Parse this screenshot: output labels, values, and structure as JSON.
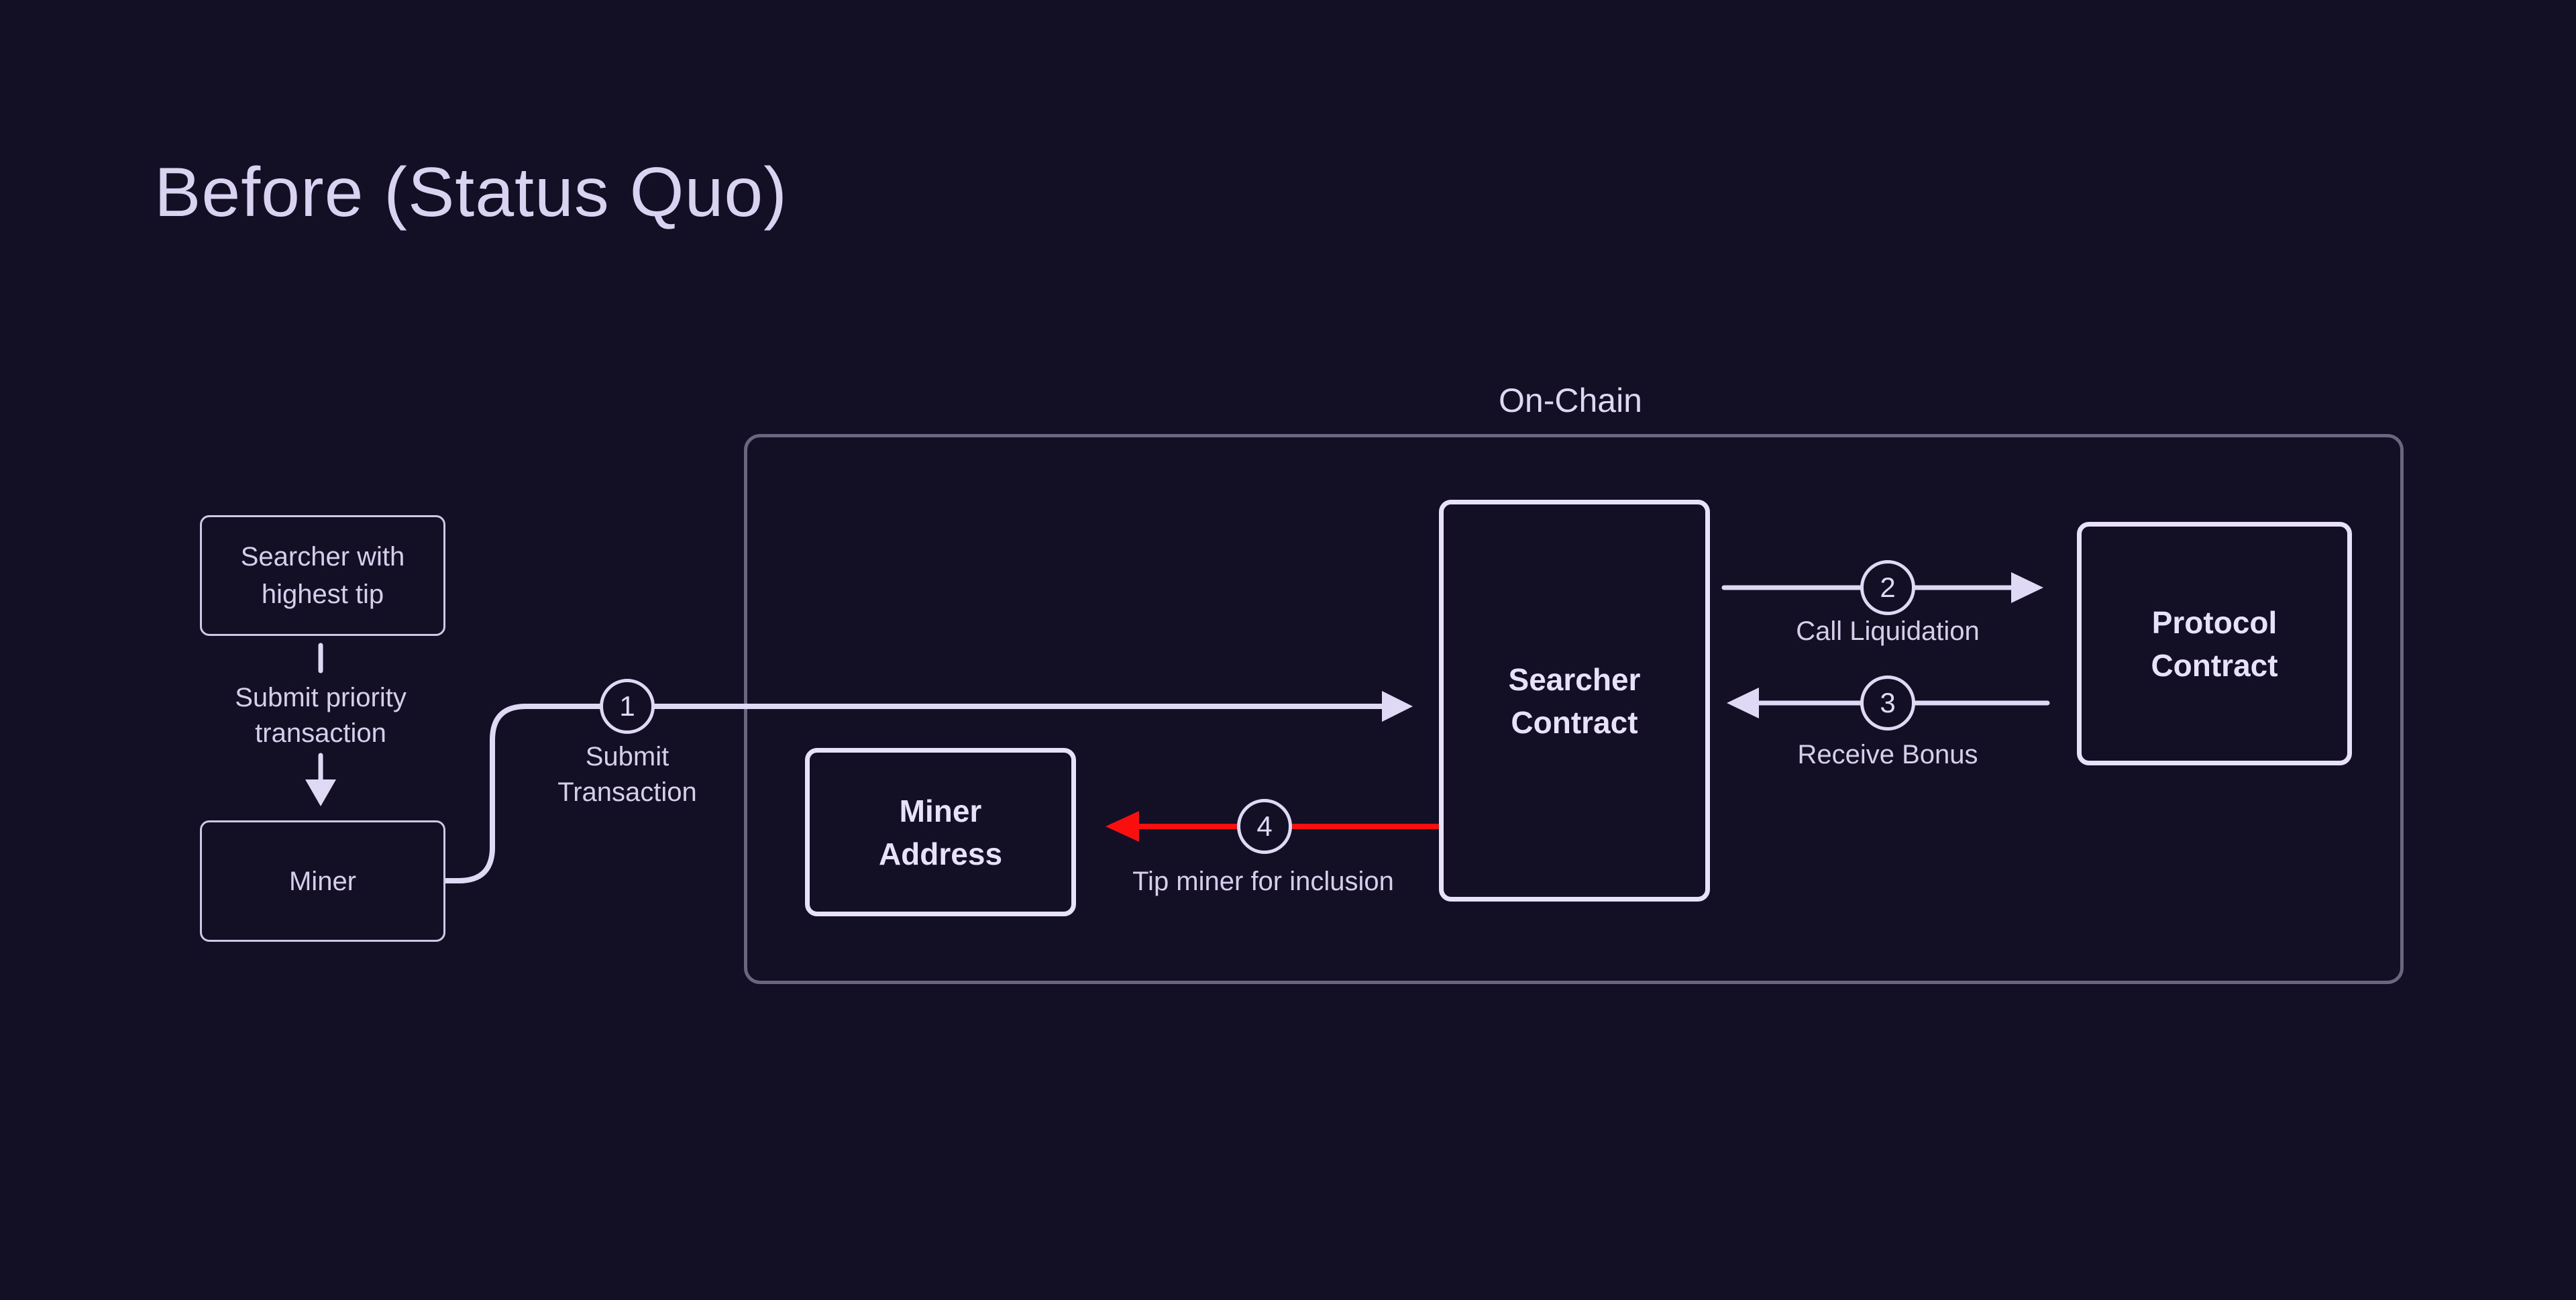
{
  "title": "Before (Status Quo)",
  "left_flow": {
    "searcher_box": "Searcher with\nhighest tip",
    "edge_label": "Submit priority\ntransaction",
    "miner_box": "Miner"
  },
  "onchain": {
    "label": "On-Chain",
    "miner_address_box": "Miner\nAddress",
    "searcher_contract_box": "Searcher\nContract",
    "protocol_contract_box": "Protocol\nContract"
  },
  "steps": [
    {
      "num": "1",
      "label": "Submit\nTransaction"
    },
    {
      "num": "2",
      "label": "Call Liquidation"
    },
    {
      "num": "3",
      "label": "Receive Bonus"
    },
    {
      "num": "4",
      "label": "Tip miner for inclusion"
    }
  ],
  "colors": {
    "background": "#131026",
    "text": "#d9d2f0",
    "line": "#e0d9f6",
    "container_border": "#6b6680",
    "searcher_contract_border": "#c2c537",
    "protocol_contract_border": "#3f74d2",
    "miner_address_border": "#7940e6",
    "tip_arrow_red": "#fa0e0e"
  }
}
